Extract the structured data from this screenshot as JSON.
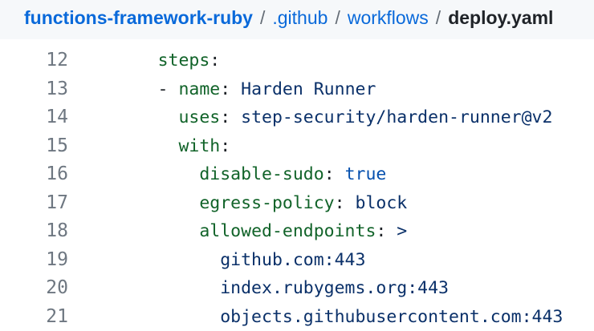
{
  "breadcrumb": {
    "repo": "functions-framework-ruby",
    "separator": "/",
    "folder_github": ".github",
    "folder_workflows": "workflows",
    "file": "deploy.yaml"
  },
  "colors": {
    "header_bg": "#f6f8fa",
    "link_blue": "#0969da",
    "separator_gray": "#656d76",
    "file_text": "#1f2328",
    "code_plain": "#1f2328",
    "code_key_green": "#116329",
    "code_string_navy": "#0a3069",
    "code_constant_blue": "#0550ae",
    "line_number_gray": "#6e7781"
  },
  "code": {
    "lines": [
      {
        "number": "12",
        "segments": [
          {
            "text": "        ",
            "type": "plain"
          },
          {
            "text": "steps",
            "type": "key"
          },
          {
            "text": ":",
            "type": "plain"
          }
        ]
      },
      {
        "number": "13",
        "segments": [
          {
            "text": "        - ",
            "type": "plain"
          },
          {
            "text": "name",
            "type": "key"
          },
          {
            "text": ": ",
            "type": "plain"
          },
          {
            "text": "Harden Runner",
            "type": "string"
          }
        ]
      },
      {
        "number": "14",
        "segments": [
          {
            "text": "          ",
            "type": "plain"
          },
          {
            "text": "uses",
            "type": "key"
          },
          {
            "text": ": ",
            "type": "plain"
          },
          {
            "text": "step-security/harden-runner@v2",
            "type": "string"
          }
        ]
      },
      {
        "number": "15",
        "segments": [
          {
            "text": "          ",
            "type": "plain"
          },
          {
            "text": "with",
            "type": "key"
          },
          {
            "text": ":",
            "type": "plain"
          }
        ]
      },
      {
        "number": "16",
        "segments": [
          {
            "text": "            ",
            "type": "plain"
          },
          {
            "text": "disable-sudo",
            "type": "key"
          },
          {
            "text": ": ",
            "type": "plain"
          },
          {
            "text": "true",
            "type": "constant"
          }
        ]
      },
      {
        "number": "17",
        "segments": [
          {
            "text": "            ",
            "type": "plain"
          },
          {
            "text": "egress-policy",
            "type": "key"
          },
          {
            "text": ": ",
            "type": "plain"
          },
          {
            "text": "block",
            "type": "string"
          }
        ]
      },
      {
        "number": "18",
        "segments": [
          {
            "text": "            ",
            "type": "plain"
          },
          {
            "text": "allowed-endpoints",
            "type": "key"
          },
          {
            "text": ": ",
            "type": "plain"
          },
          {
            "text": ">",
            "type": "string"
          }
        ]
      },
      {
        "number": "19",
        "segments": [
          {
            "text": "              ",
            "type": "plain"
          },
          {
            "text": "github.com:443",
            "type": "string"
          }
        ]
      },
      {
        "number": "20",
        "segments": [
          {
            "text": "              ",
            "type": "plain"
          },
          {
            "text": "index.rubygems.org:443",
            "type": "string"
          }
        ]
      },
      {
        "number": "21",
        "segments": [
          {
            "text": "              ",
            "type": "plain"
          },
          {
            "text": "objects.githubusercontent.com:443",
            "type": "string"
          }
        ]
      }
    ]
  }
}
